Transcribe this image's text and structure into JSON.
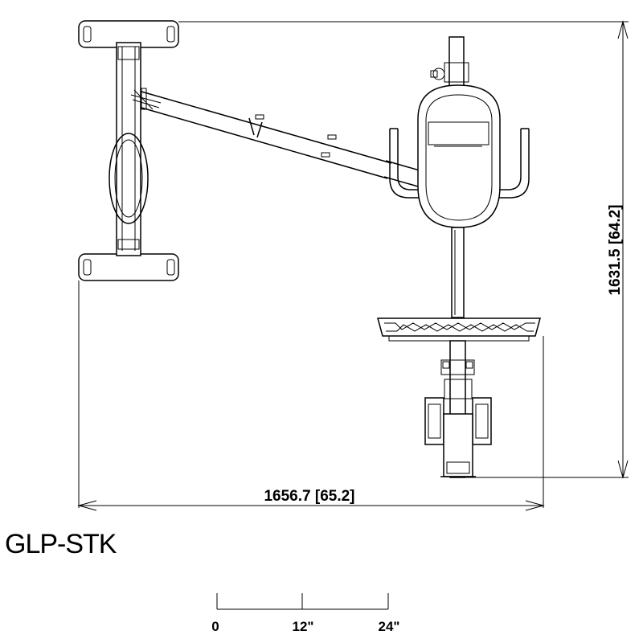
{
  "diagram": {
    "model_name": "GLP-STK",
    "width_dimension": "1656.7 [65.2]",
    "height_dimension": "1631.5 [64.2]",
    "scale_bar": {
      "labels": [
        "0",
        "12\"",
        "24\""
      ]
    }
  }
}
